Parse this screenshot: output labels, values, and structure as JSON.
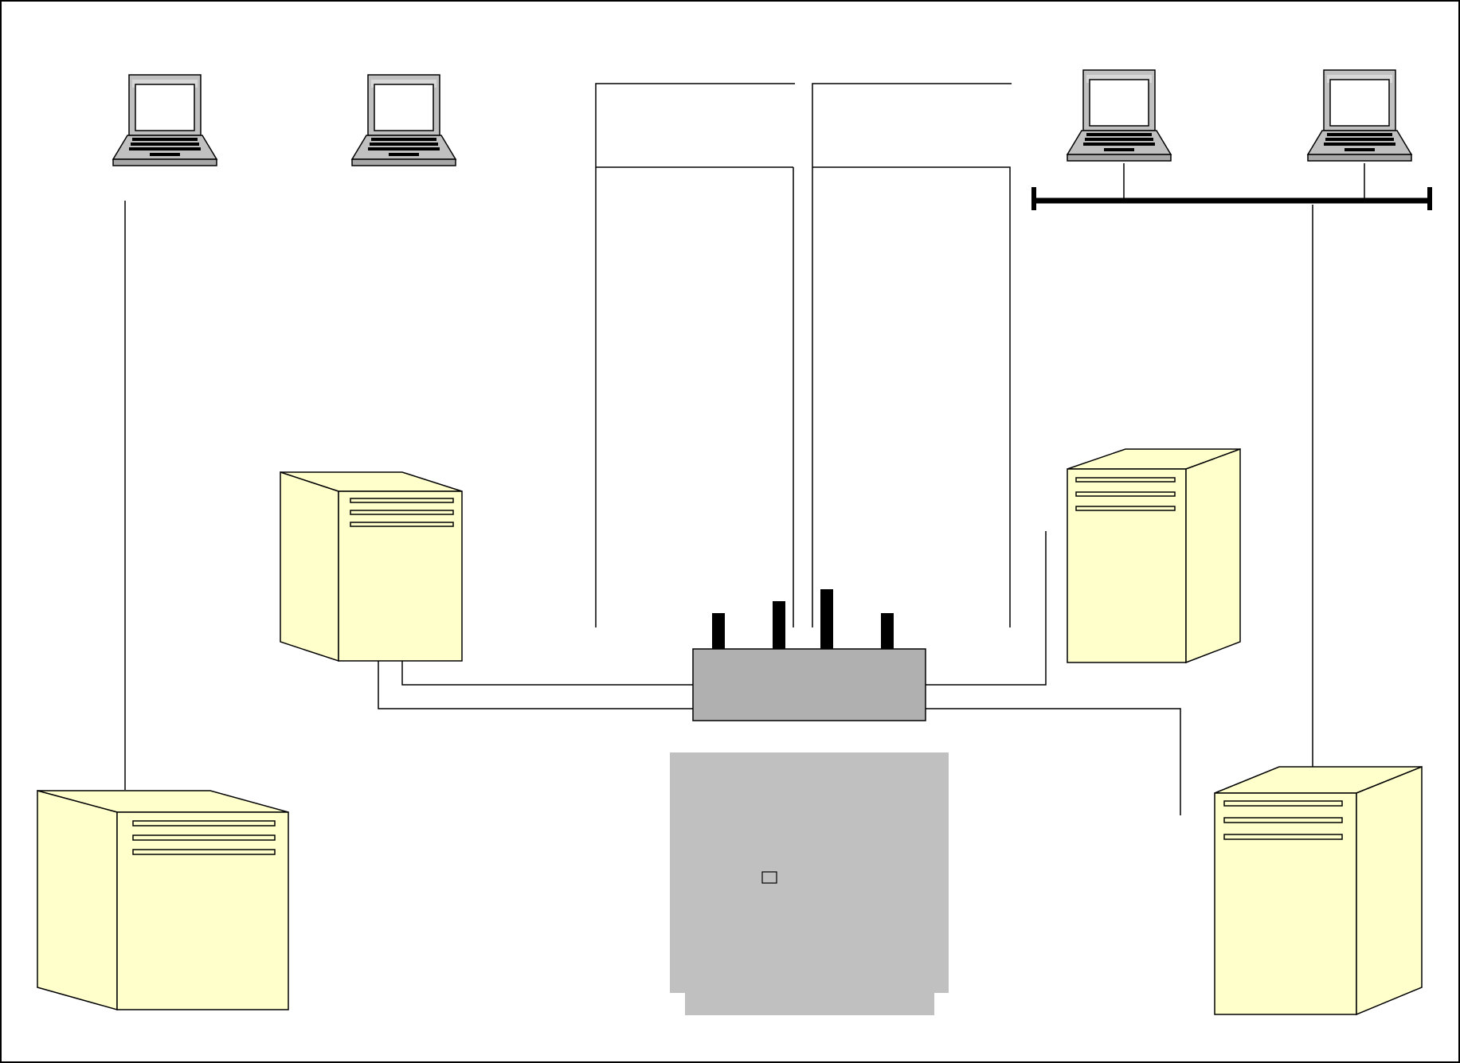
{
  "diagram": {
    "kind": "network-topology",
    "labels": [],
    "laptops": [
      {
        "id": "laptop-1"
      },
      {
        "id": "laptop-2"
      },
      {
        "id": "laptop-3"
      },
      {
        "id": "laptop-4"
      }
    ],
    "servers": [
      {
        "id": "server-tower-1"
      },
      {
        "id": "server-tower-2"
      },
      {
        "id": "server-tower-3"
      },
      {
        "id": "server-tower-4"
      }
    ],
    "hub": {
      "id": "network-hub",
      "antenna_count": 4
    },
    "bus": {
      "id": "bus-backbone"
    }
  },
  "colors": {
    "background": "#ffffff",
    "frame": "#000000",
    "server_fill": "#ffffcc",
    "hub_fill": "#b0b0b0",
    "laptop_fill": "#c0c0c0",
    "device_block_fill": "#c0c0c0",
    "line": "#000000"
  }
}
